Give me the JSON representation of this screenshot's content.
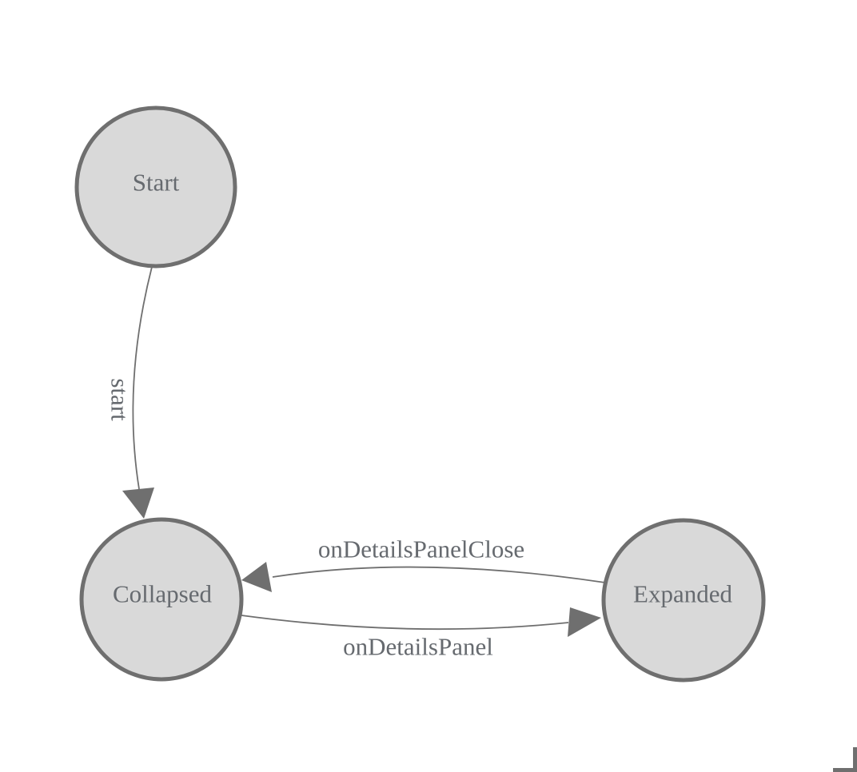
{
  "diagram": {
    "type": "state-machine",
    "nodes": [
      {
        "id": "Start",
        "label": "Start"
      },
      {
        "id": "Collapsed",
        "label": "Collapsed"
      },
      {
        "id": "Expanded",
        "label": "Expanded"
      }
    ],
    "edges": [
      {
        "label": "start",
        "from": "Start",
        "to": "Collapsed"
      },
      {
        "label": "onDetailsPanelClose",
        "from": "Expanded",
        "to": "Collapsed"
      },
      {
        "label": "onDetailsPanel",
        "from": "Collapsed",
        "to": "Expanded"
      }
    ],
    "colors": {
      "node_fill": "#d9d9d9",
      "node_stroke": "#6f6f6f",
      "edge_stroke": "#6f6f6f",
      "label_text": "#666a6f",
      "background": "#ffffff"
    }
  }
}
